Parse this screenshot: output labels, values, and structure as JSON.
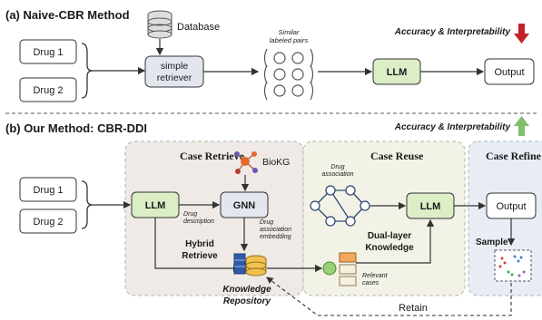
{
  "section_a": {
    "title": "(a) Naive-CBR Method",
    "drug1": "Drug 1",
    "drug2": "Drug 2",
    "database": "Database",
    "retriever_line1": "simple",
    "retriever_line2": "retriever",
    "pairs_line1": "Similar",
    "pairs_line2": "labeled pairs",
    "llm": "LLM",
    "output": "Output",
    "accuracy": "Accuracy & Interpretability"
  },
  "section_b": {
    "title": "(b) Our Method: CBR-DDI",
    "accuracy": "Accuracy & Interpretability",
    "case_retrieve": "Case Retrieve",
    "case_reuse": "Case Reuse",
    "case_refine": "Case Refine",
    "drug1": "Drug 1",
    "drug2": "Drug 2",
    "llm1": "LLM",
    "gnn": "GNN",
    "biokg": "BioKG",
    "drug_desc_1": "Drug",
    "drug_desc_2": "description",
    "drug_assoc_emb_1": "Drug",
    "drug_assoc_emb_2": "association",
    "drug_assoc_emb_3": "embedding",
    "hybrid_1": "Hybrid",
    "hybrid_2": "Retrieve",
    "knowledge_1": "Knowledge",
    "knowledge_2": "Repository",
    "drug_assoc_1": "Drug",
    "drug_assoc_2": "association",
    "llm2": "LLM",
    "dual_1": "Dual-layer",
    "dual_2": "Knowledge",
    "relevant_1": "Relevant",
    "relevant_2": "cases",
    "output": "Output",
    "sample": "Sample",
    "retain": "Retain"
  },
  "colors": {
    "arrow_down": "#c0222b",
    "arrow_up": "#7fbf6a",
    "llm_fill": "#dbeec6",
    "retrieve_bg": "#efeae6",
    "reuse_bg": "#f3f2e6",
    "refine_bg": "#e8edf5"
  },
  "icons": [
    "database-icon",
    "circle-pair-icon",
    "knowledge-graph-icon",
    "network-graph-icon",
    "repository-icon",
    "cases-icon",
    "scatter-sample-icon"
  ]
}
